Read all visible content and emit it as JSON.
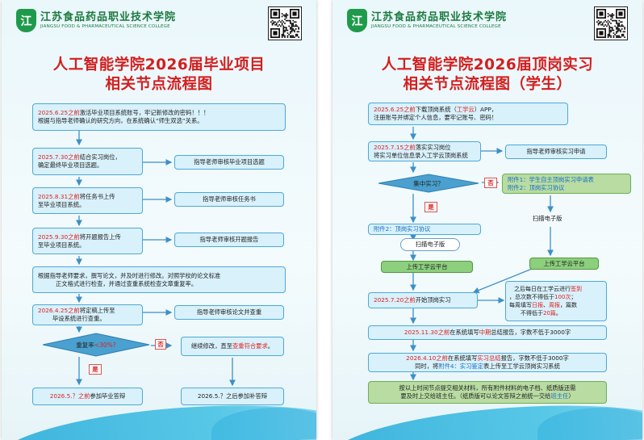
{
  "school": {
    "name_cn": "江苏食品药品职业技术学院",
    "name_en": "JIANGSU FOOD & PHARMACEUTICAL SCIENCE COLLEGE",
    "logo_glyph": "江"
  },
  "left": {
    "title_line1": "人工智能学院2026届毕业项目",
    "title_line2": "相关节点流程图",
    "step1": {
      "date": "2025.6.25之前",
      "text1": "激活毕业项目系统账号，牢记新修改的密码！！！",
      "text2": "根据与指导老师确认的研究方向，在系统确认“师生双选”关系。"
    },
    "step2": {
      "date": "2025.7.30之前",
      "text1": "结合实习岗位，",
      "text2": "确定最终毕业项目选题。"
    },
    "step2_side": "指导老师审核毕业项目选题",
    "step3": {
      "date": "2025.8.31之前",
      "text1": "将任务书上传",
      "text2": "至毕业项目系统。"
    },
    "step3_side": "指导老师审核任务书",
    "step4": {
      "date": "2025.9.30之前",
      "text1": "将开题报告上传",
      "text2": "至毕业项目系统。"
    },
    "step4_side": "指导老师审核开题报告",
    "step5": {
      "line1": "根据指导老师要求，撰写论文，并及时进行修改。对照学校的论文标准",
      "line2": "正文格式进行检查，并通过查重系统检查文章重复率。"
    },
    "step6": {
      "date": "2026.4.25之前",
      "text1": "将定稿上传至",
      "text2": "毕设系统进行查重。"
    },
    "step6_side": "指导老师审核论文并查重",
    "diamond_prefix": "重复率",
    "diamond_value": "<30%?",
    "no_label": "否",
    "yes_label": "是",
    "no_box_prefix": "继续修改，直至",
    "no_box_red": "查重符合要求",
    "no_box_suffix": "。",
    "final_left": {
      "date": "2026.5.？之前",
      "text": "参加毕业答辩"
    },
    "final_right": {
      "date": "2026.5.？之后",
      "text": "参加补答辩"
    }
  },
  "right": {
    "title_line1": "人工智能学院2026届顶岗实习",
    "title_line2": "相关节点流程图（学生）",
    "step1": {
      "date": "2025.6.25之前",
      "text1a": "下载顶岗系统（",
      "text1b": "工学云",
      "text1c": "）APP，",
      "text2": "注册账号并绑定个人信息，要牢记账号、密码！"
    },
    "step2": {
      "date": "2025.7.15之前",
      "text1": "落实实习岗位",
      "text2": "将实习单位信息录入工学云顶岗系统"
    },
    "step2_side": "指导老师审核实习申请",
    "diamond_label": "集中实习？",
    "no_label": "否",
    "yes_label": "是",
    "attach_box": {
      "line1": "附件1：学生自主顶岗实习申请表",
      "line2": "附件2：顶岗实习协议"
    },
    "scan_right": "扫描电子版",
    "attach2": "附件2：顶岗实习协议",
    "scan_left": "扫描电子版",
    "upload_left": "上传工学云平台",
    "upload_right": "上传工学云平台",
    "step3": {
      "date": "2025.7.20之前",
      "text": "开始顶岗实习"
    },
    "signin_box": {
      "a": "之后每日在工学云进行",
      "b": "签到",
      "c": "，总次数不得低于",
      "d": "100次",
      "e": "；",
      "f": "每周填写",
      "g": "日报",
      "h": "、",
      "i": "周报",
      "j": "，篇数",
      "k": "不得低于",
      "l": "20篇",
      "m": "。"
    },
    "step4": {
      "date": "2025.11.30之前",
      "text_a": "在系统填写",
      "text_b": "中期",
      "text_c": "总结报告，字数不低于3000字"
    },
    "step5": {
      "date": "2026.4.10之前",
      "text_a": "在系统填写",
      "text_b": "实习总结",
      "text_c": "报告，字数不低于3000字",
      "line2_a": "同时，将",
      "line2_b": "附件4：实习鉴定",
      "line2_c": "表上传至工学云顶岗实习系统"
    },
    "final": {
      "line1": "按以上时间节点提交相关材料，所有附件材料的电子档、纸质版还需",
      "line2a": "要及时上交给班主任。（纸质版可以论文答辩之前统一交给",
      "line2b": "班主任",
      "line2c": "）"
    }
  },
  "colors": {
    "title_red": "#d41e1e",
    "box_blue": "#d8f1fb",
    "border_blue": "#4da9d6",
    "arrow": "#3d8fc7",
    "green": "#8ccf7d"
  }
}
